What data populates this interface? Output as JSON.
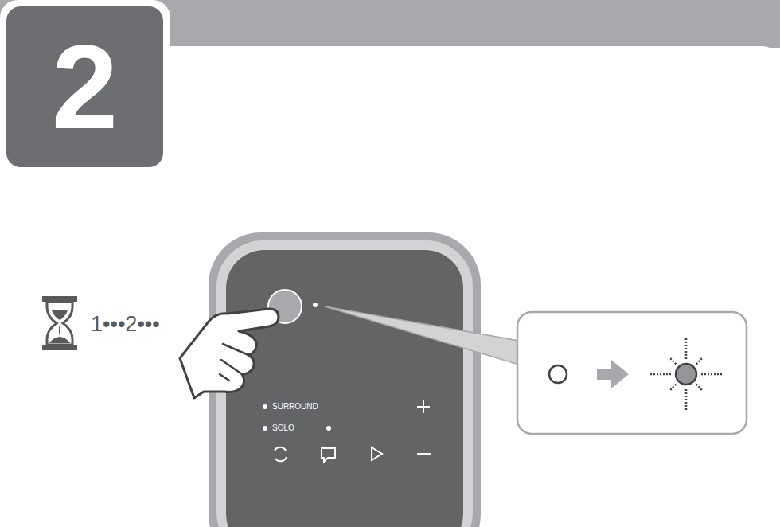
{
  "diagram": {
    "nodes": [
      {
        "text": [
          "2"
        ]
      }
    ],
    "labels": [
      "1•••2•••",
      "SURROUND",
      "SOLO"
    ]
  }
}
